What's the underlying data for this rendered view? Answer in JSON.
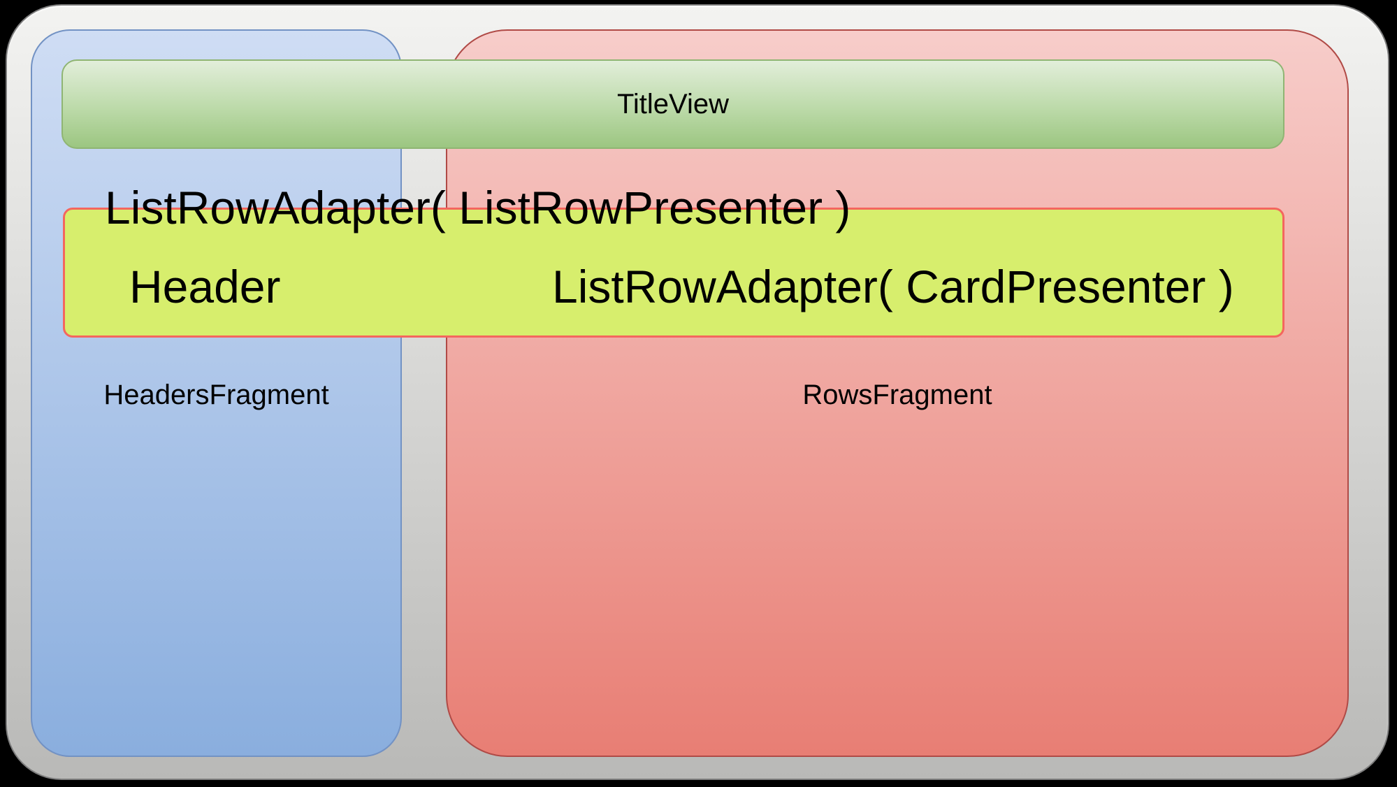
{
  "labels": {
    "title_view": "TitleView",
    "list_row_adapter_list_row_presenter": "ListRowAdapter( ListRowPresenter )",
    "header": "Header",
    "list_row_adapter_card_presenter": "ListRowAdapter( CardPresenter )",
    "headers_fragment": "HeadersFragment",
    "rows_fragment": "RowsFragment"
  },
  "colors": {
    "page-bg": "#000000",
    "text": "#000000",
    "frame-top": "#f3f3f1",
    "frame-bottom": "#b9b9b7",
    "frame-border": "#7d7d7d",
    "blue-top": "#cfddf4",
    "blue-bottom": "#8aaede",
    "blue-border": "#7292c4",
    "red-top": "#f7cdca",
    "red-bottom": "#e87e74",
    "red-border": "#b04a46",
    "green-top": "#e2eeda",
    "green-mid": "#bcdaa9",
    "green-bottom": "#9cc681",
    "green-border": "#8fb573",
    "yellow-fill": "#d7ee6d",
    "yellow-border": "#f4665e"
  }
}
